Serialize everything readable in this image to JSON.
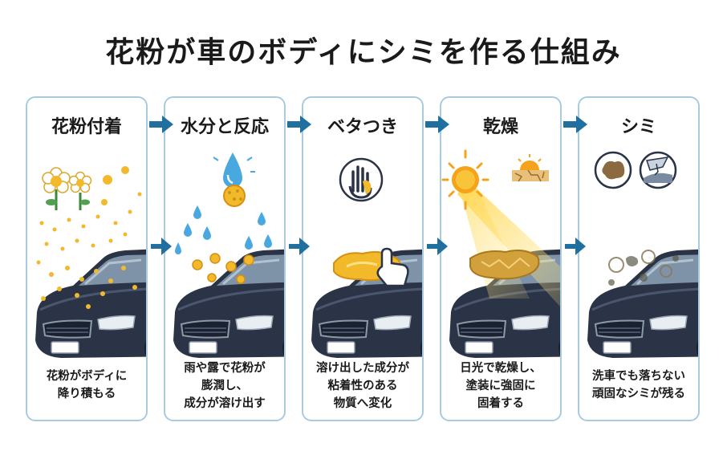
{
  "title": "花粉が車のボディにシミを作る仕組み",
  "colors": {
    "arrow": "#1f6f9f",
    "panel_border": "#a9cbe0",
    "pollen": "#f2b92b",
    "car_body": "#2b3447",
    "sun": "#f4a31b"
  },
  "stages": [
    {
      "title": "花粉付着",
      "caption": [
        "花粉がボディに",
        "降り積もる"
      ],
      "icons": [
        "flower-icon",
        "pollen-icon"
      ]
    },
    {
      "title": "水分と反応",
      "caption": [
        "雨や露で花粉が",
        "膨潤し、",
        "成分が溶け出す"
      ],
      "icons": [
        "water-drop-icon",
        "swollen-pollen-icon"
      ]
    },
    {
      "title": "ベタつき",
      "caption": [
        "溶け出した成分が",
        "粘着性のある",
        "物質へ変化"
      ],
      "icons": [
        "sticky-hand-icon",
        "pointer-hand-icon"
      ]
    },
    {
      "title": "乾燥",
      "caption": [
        "日光で乾燥し、",
        "塗装に強固に",
        "固着する"
      ],
      "icons": [
        "sun-icon",
        "dry-ground-icon"
      ]
    },
    {
      "title": "シミ",
      "caption": [
        "洗車でも落ちない",
        "頑固なシミが残る"
      ],
      "icons": [
        "stain-icon",
        "damaged-paint-icon"
      ]
    }
  ]
}
